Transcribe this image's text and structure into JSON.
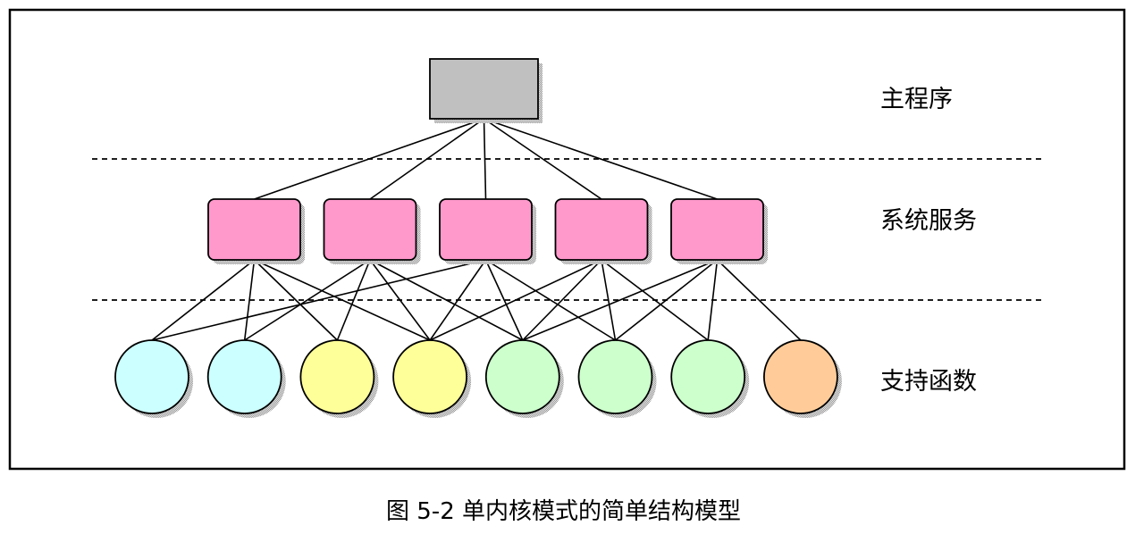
{
  "layers": {
    "main": "主程序",
    "services": "系统服务",
    "functions": "支持函数"
  },
  "caption": "图 5-2 单内核模式的简单结构模型",
  "colors": {
    "frame": "#000000",
    "main_box": "#c0c0c0",
    "service_box": "#ff99cc",
    "shadow": "#bdbdbd",
    "function_circles": [
      "#ccffff",
      "#ccffff",
      "#ffff99",
      "#ffff99",
      "#ccffcc",
      "#ccffcc",
      "#ccffcc",
      "#ffcc99"
    ]
  },
  "counts": {
    "services": 5,
    "functions": 8
  },
  "connections": {
    "main_to_services": [
      0,
      1,
      2,
      3,
      4
    ],
    "services_to_functions": [
      [
        0,
        0
      ],
      [
        0,
        1
      ],
      [
        0,
        2
      ],
      [
        0,
        3
      ],
      [
        1,
        1
      ],
      [
        1,
        2
      ],
      [
        1,
        3
      ],
      [
        1,
        4
      ],
      [
        2,
        0
      ],
      [
        2,
        3
      ],
      [
        2,
        4
      ],
      [
        2,
        5
      ],
      [
        3,
        3
      ],
      [
        3,
        4
      ],
      [
        3,
        5
      ],
      [
        3,
        6
      ],
      [
        4,
        4
      ],
      [
        4,
        5
      ],
      [
        4,
        6
      ],
      [
        4,
        7
      ]
    ]
  }
}
